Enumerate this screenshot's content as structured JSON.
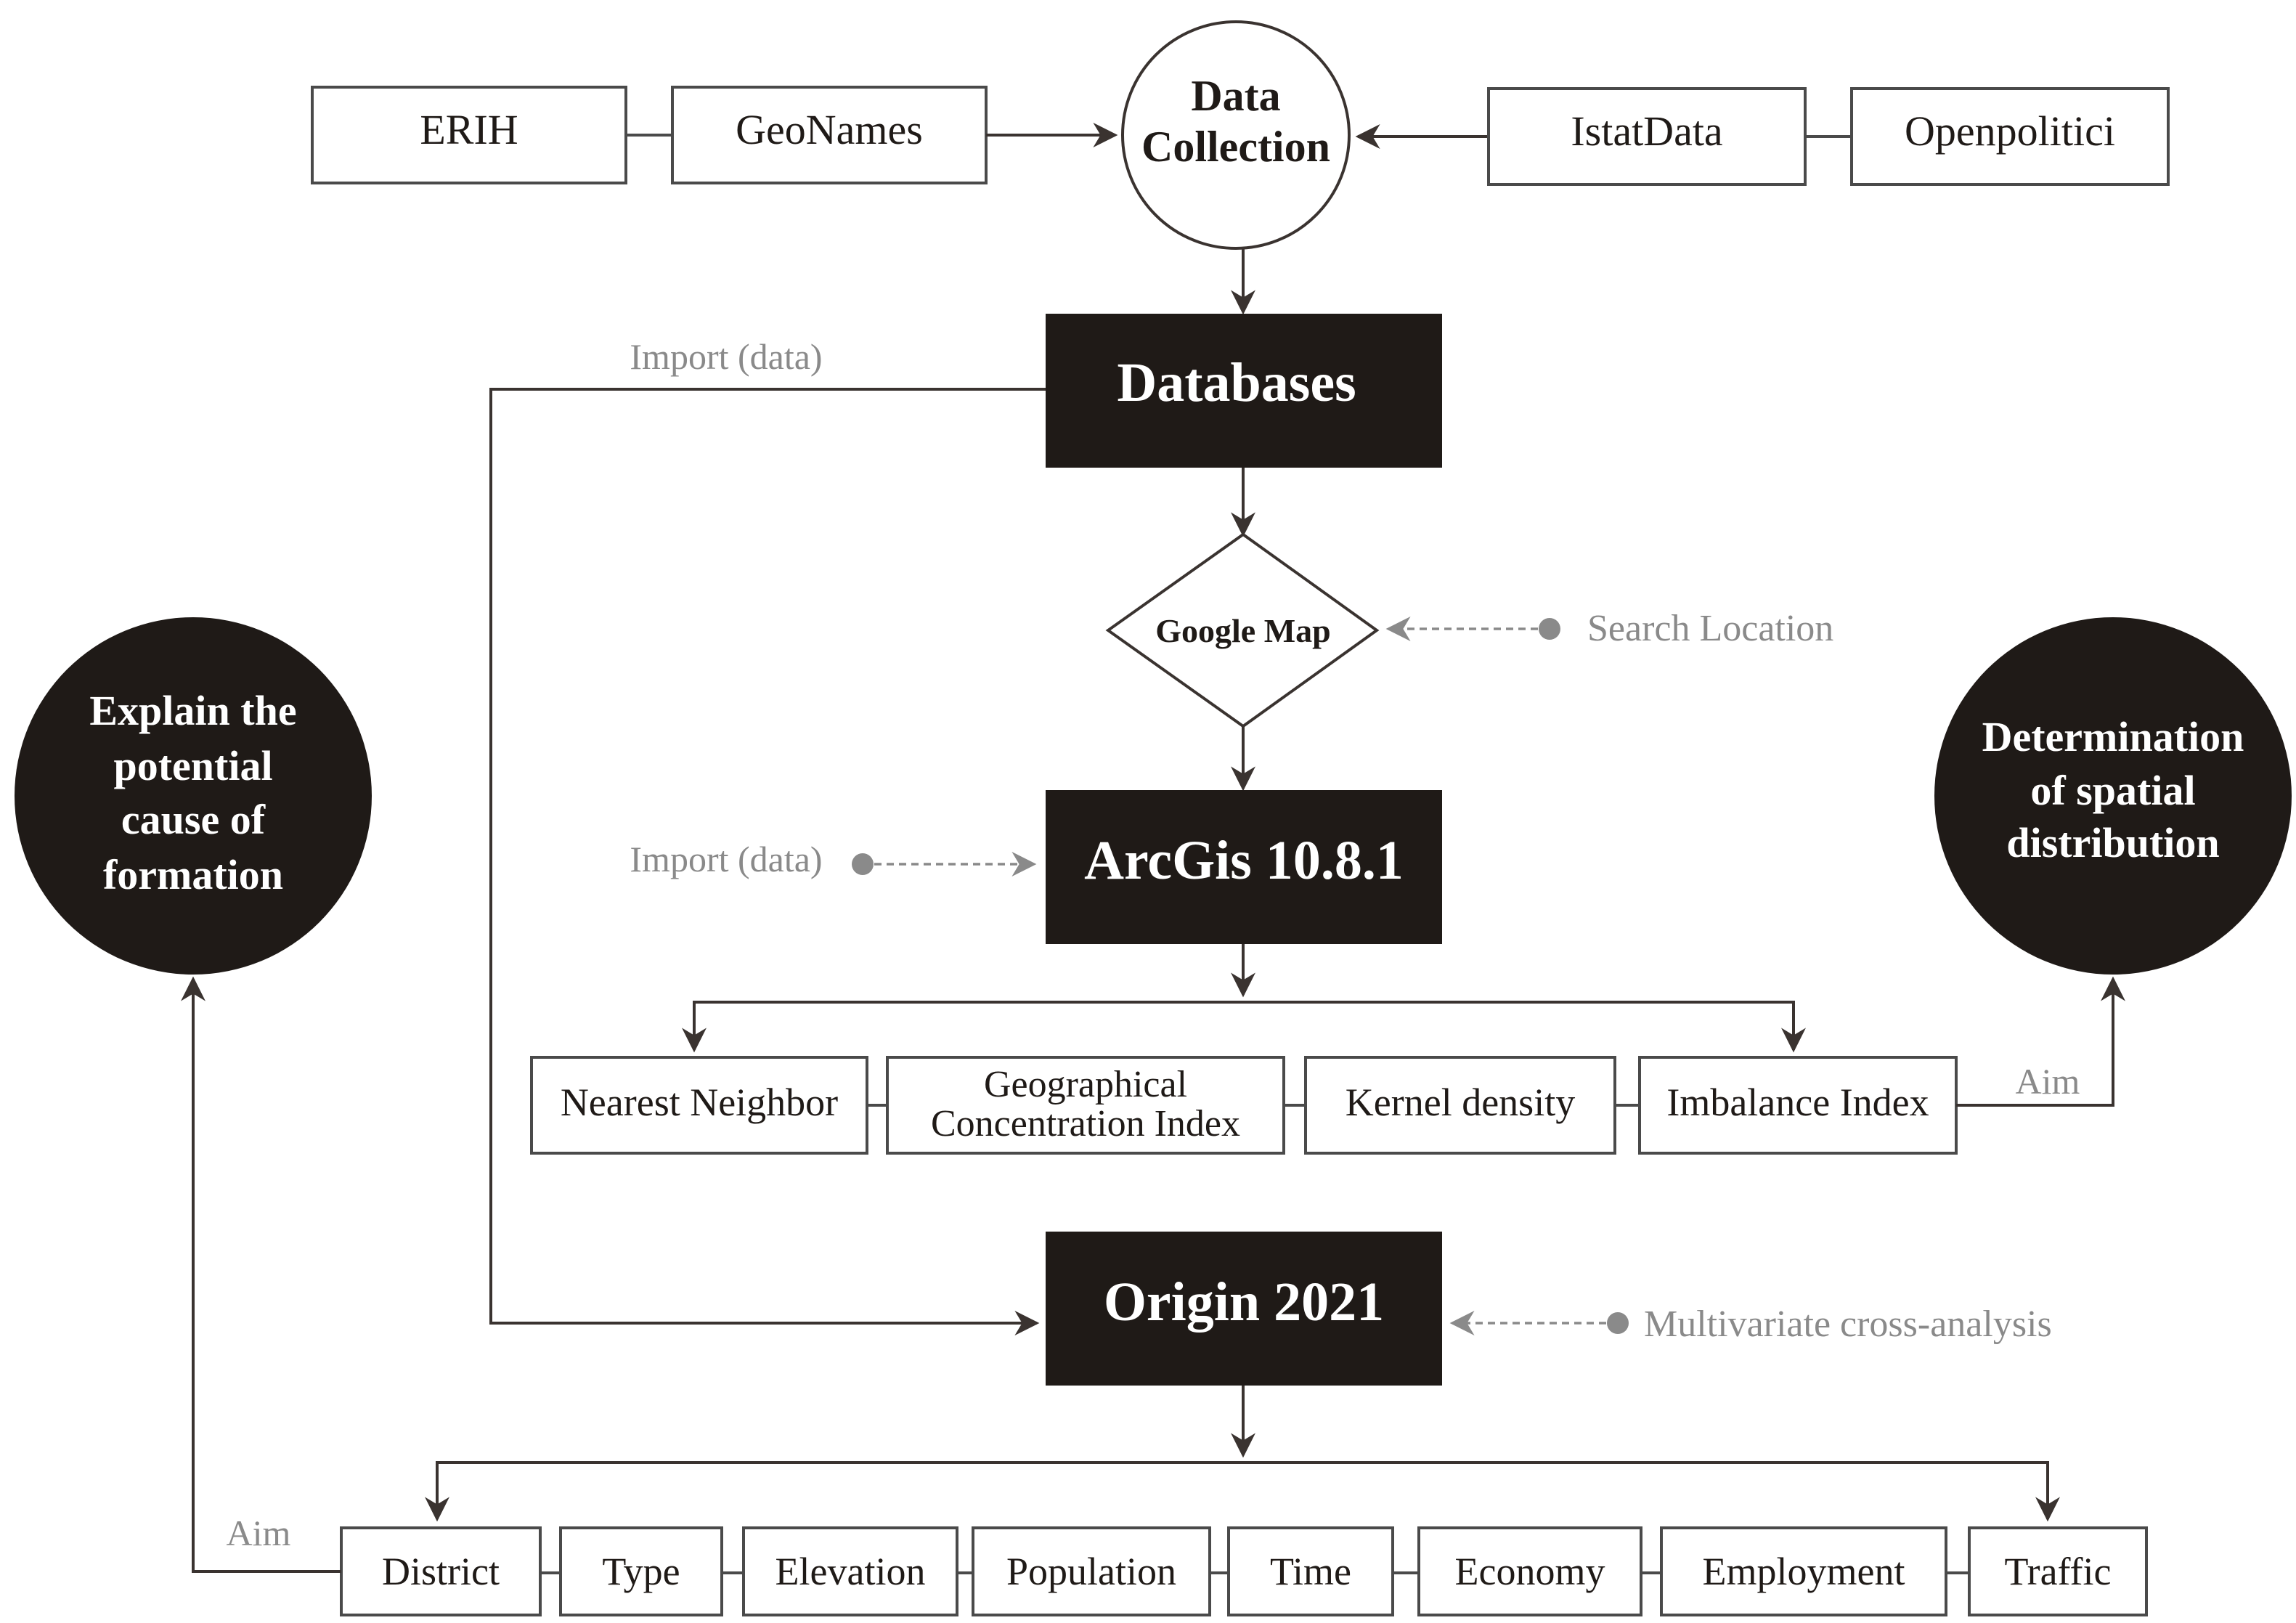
{
  "colors": {
    "dark_fill": "#1f1a17",
    "line": "#3a3330",
    "note": "#8a8a8a",
    "box_stroke": "#4a4a4a"
  },
  "sources": {
    "left": [
      "ERIH",
      "GeoNames"
    ],
    "right": [
      "IstatData",
      "Openpolitici"
    ]
  },
  "data_collection": {
    "line1": "Data",
    "line2": "Collection"
  },
  "databases": "Databases",
  "import_label_top": "Import (data)",
  "google_map": "Google Map",
  "search_location": "Search Location",
  "arcgis": "ArcGis 10.8.1",
  "import_label_mid": "Import (data)",
  "methods": {
    "nearest_neighbor": "Nearest Neighbor",
    "geo_line1": "Geographical",
    "geo_line2": "Concentration Index",
    "kernel_density": "Kernel density",
    "imbalance_index": "Imbalance Index"
  },
  "aim_right": "Aim",
  "determination": {
    "line1": "Determination",
    "line2": "of spatial",
    "line3": "distribution"
  },
  "explain": {
    "line1": "Explain the",
    "line2": "potential",
    "line3": "cause of",
    "line4": "formation"
  },
  "origin": "Origin 2021",
  "multivariate": "Multivariate cross-analysis",
  "factors": [
    "District",
    "Type",
    "Elevation",
    "Population",
    "Time",
    "Economy",
    "Employment",
    "Traffic"
  ],
  "aim_left": "Aim"
}
